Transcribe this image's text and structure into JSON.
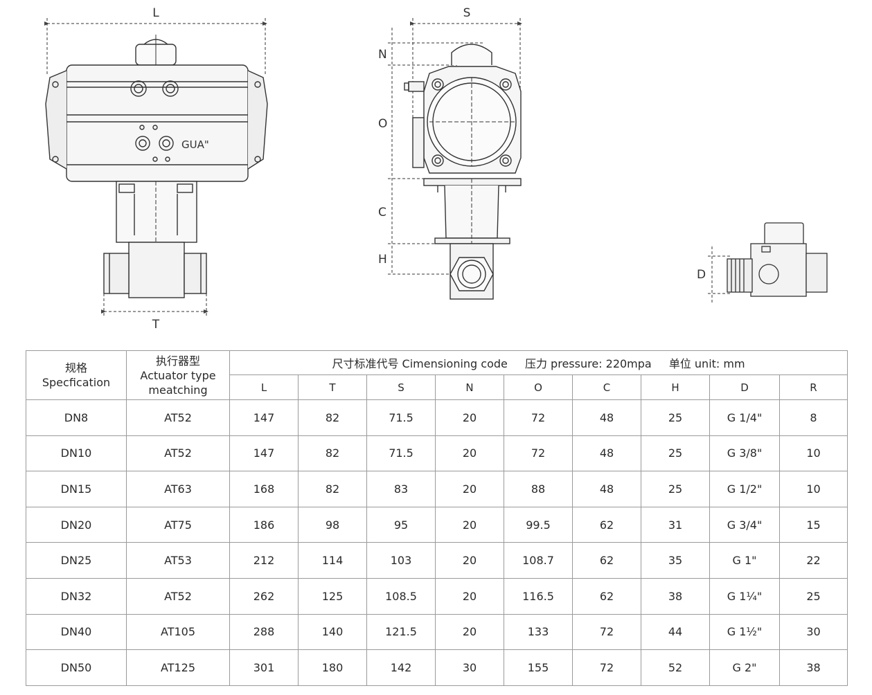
{
  "drawing": {
    "dim_L": "L",
    "dim_T": "T",
    "dim_S": "S",
    "dim_N": "N",
    "dim_O": "O",
    "dim_C": "C",
    "dim_H": "H",
    "dim_D": "D",
    "brand_mark": "GUA\""
  },
  "table": {
    "spec_cn": "规格",
    "spec_en": "Specfication",
    "actuator_cn": "执行器型",
    "actuator_en_1": "Actuator type",
    "actuator_en_2": "meatching",
    "banner_code": "尺寸标准代号 Cimensioning code",
    "banner_pressure": "压力 pressure: 220mpa",
    "banner_unit": "单位 unit: mm",
    "columns": [
      "L",
      "T",
      "S",
      "N",
      "O",
      "C",
      "H",
      "D",
      "R"
    ],
    "rows": [
      {
        "spec": "DN8",
        "actuator": "AT52",
        "L": "147",
        "T": "82",
        "S": "71.5",
        "N": "20",
        "O": "72",
        "C": "48",
        "H": "25",
        "D": "G 1/4\"",
        "R": "8"
      },
      {
        "spec": "DN10",
        "actuator": "AT52",
        "L": "147",
        "T": "82",
        "S": "71.5",
        "N": "20",
        "O": "72",
        "C": "48",
        "H": "25",
        "D": "G 3/8\"",
        "R": "10"
      },
      {
        "spec": "DN15",
        "actuator": "AT63",
        "L": "168",
        "T": "82",
        "S": "83",
        "N": "20",
        "O": "88",
        "C": "48",
        "H": "25",
        "D": "G 1/2\"",
        "R": "10"
      },
      {
        "spec": "DN20",
        "actuator": "AT75",
        "L": "186",
        "T": "98",
        "S": "95",
        "N": "20",
        "O": "99.5",
        "C": "62",
        "H": "31",
        "D": "G 3/4\"",
        "R": "15"
      },
      {
        "spec": "DN25",
        "actuator": "AT53",
        "L": "212",
        "T": "114",
        "S": "103",
        "N": "20",
        "O": "108.7",
        "C": "62",
        "H": "35",
        "D": "G 1\"",
        "R": "22"
      },
      {
        "spec": "DN32",
        "actuator": "AT52",
        "L": "262",
        "T": "125",
        "S": "108.5",
        "N": "20",
        "O": "116.5",
        "C": "62",
        "H": "38",
        "D": "G 1¼\"",
        "R": "25"
      },
      {
        "spec": "DN40",
        "actuator": "AT105",
        "L": "288",
        "T": "140",
        "S": "121.5",
        "N": "20",
        "O": "133",
        "C": "72",
        "H": "44",
        "D": "G 1½\"",
        "R": "30"
      },
      {
        "spec": "DN50",
        "actuator": "AT125",
        "L": "301",
        "T": "180",
        "S": "142",
        "N": "30",
        "O": "155",
        "C": "72",
        "H": "52",
        "D": "G 2\"",
        "R": "38"
      }
    ]
  }
}
